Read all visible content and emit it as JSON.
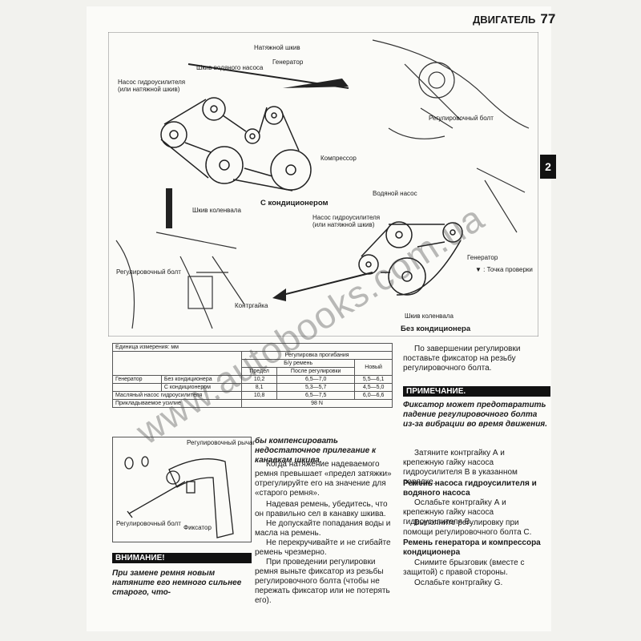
{
  "header": {
    "title": "ДВИГАТЕЛЬ",
    "page": "77"
  },
  "section_tab": "2",
  "figure_top": {
    "labels": {
      "tensioner": "Натяжной шкив",
      "water_pump": "Шкив водяного насоса",
      "generator": "Генератор",
      "ps_pump": "Насос гидроусилителя",
      "ps_pump2": "(или натяжной шкив)",
      "compressor": "Компрессор",
      "crank": "Шкив коленвала",
      "with_ac": "С кондиционером",
      "adj_bolt_r": "Регулировочный болт",
      "water_pump2": "Водяной насос",
      "ps_pump_b": "Насос гидроусилителя",
      "ps_pump_b2": "(или натяжной шкив)",
      "generator_b": "Генератор",
      "check_point": "▼ : Точка проверки",
      "crank_b": "Шкив коленвала",
      "without_ac": "Без кондиционера",
      "adj_bolt_l": "Регулировочный болт",
      "locknut": "Контргайка"
    }
  },
  "spec_table": {
    "units": "Единица измерения: мм",
    "head_main": "Регулировка прогибания",
    "head_used": "Б/у ремень",
    "head_limit": "Предел",
    "head_after": "После регулировки",
    "head_new": "Новый",
    "rows": [
      {
        "name": "Генератор",
        "sub": "Без кондиционера",
        "limit": "10,2",
        "after": "6,5—7,0",
        "new": "5,5—6,1"
      },
      {
        "name": "",
        "sub": "С кондиционером",
        "limit": "8,1",
        "after": "5,3—5,7",
        "new": "4,5—5,0"
      },
      {
        "name": "Масляный насос гидроусилителя",
        "sub": "",
        "limit": "10,8",
        "after": "6,5—7,5",
        "new": "6,0—6,6"
      },
      {
        "name": "Прикладываемое усилие",
        "sub": "",
        "limit": "",
        "after": "98 N",
        "new": ""
      }
    ]
  },
  "figure_bottom": {
    "adj_lever": "Регулировочный рычаг",
    "adj_bolt": "Регулировочный болт",
    "clamp": "Фиксатор"
  },
  "warning": {
    "title": "ВНИМАНИЕ!",
    "text": "При замене ремня новым натяните его немного сильнее старого, что-"
  },
  "col2": {
    "p0": "бы компенсировать недостаточное прилегание к канавкам шкива.",
    "p1": "Когда натяжение надеваемого ремня превышает «предел затяжки» отрегулируйте его на значение для «старого ремня».",
    "p2": "Надевая ремень, убедитесь, что он правильно сел в канавку шкива.",
    "p3": "Не допускайте попадания воды и масла на ремень.",
    "p4": "Не перекручивайте и не сгибайте ремень чрезмерно.",
    "p5": "При проведении регулировки ремня выньте фиксатор из резьбы регулировочного болта (чтобы не пережать фиксатор или не потерять его)."
  },
  "col3": {
    "p0": "По завершении регулировки поставьте фиксатор на резьбу регулировочного болта.",
    "note_title": "ПРИМЕЧАНИЕ.",
    "note_text": "Фиксатор может предотвратить падение регулировочного болта из-за вибрации во время движения.",
    "p1": "Затяните контргайку А и крепежную гайку насоса гидроусилителя В в указанном порядке.",
    "h1": "Ремень насоса гидроусилителя и водяного насоса",
    "p2": "Ослабьте контргайку А и крепежную гайку насоса гидроусилителя В.",
    "p3": "Выполните регулировку при помощи регулировочного болта С.",
    "h2": "Ремень генератора и компрессора кондиционера",
    "p4": "Снимите брызговик (вместе с защитой) с правой стороны.",
    "p5": "Ослабьте контргайку G."
  },
  "watermark": "www.autobooks.com.ua"
}
